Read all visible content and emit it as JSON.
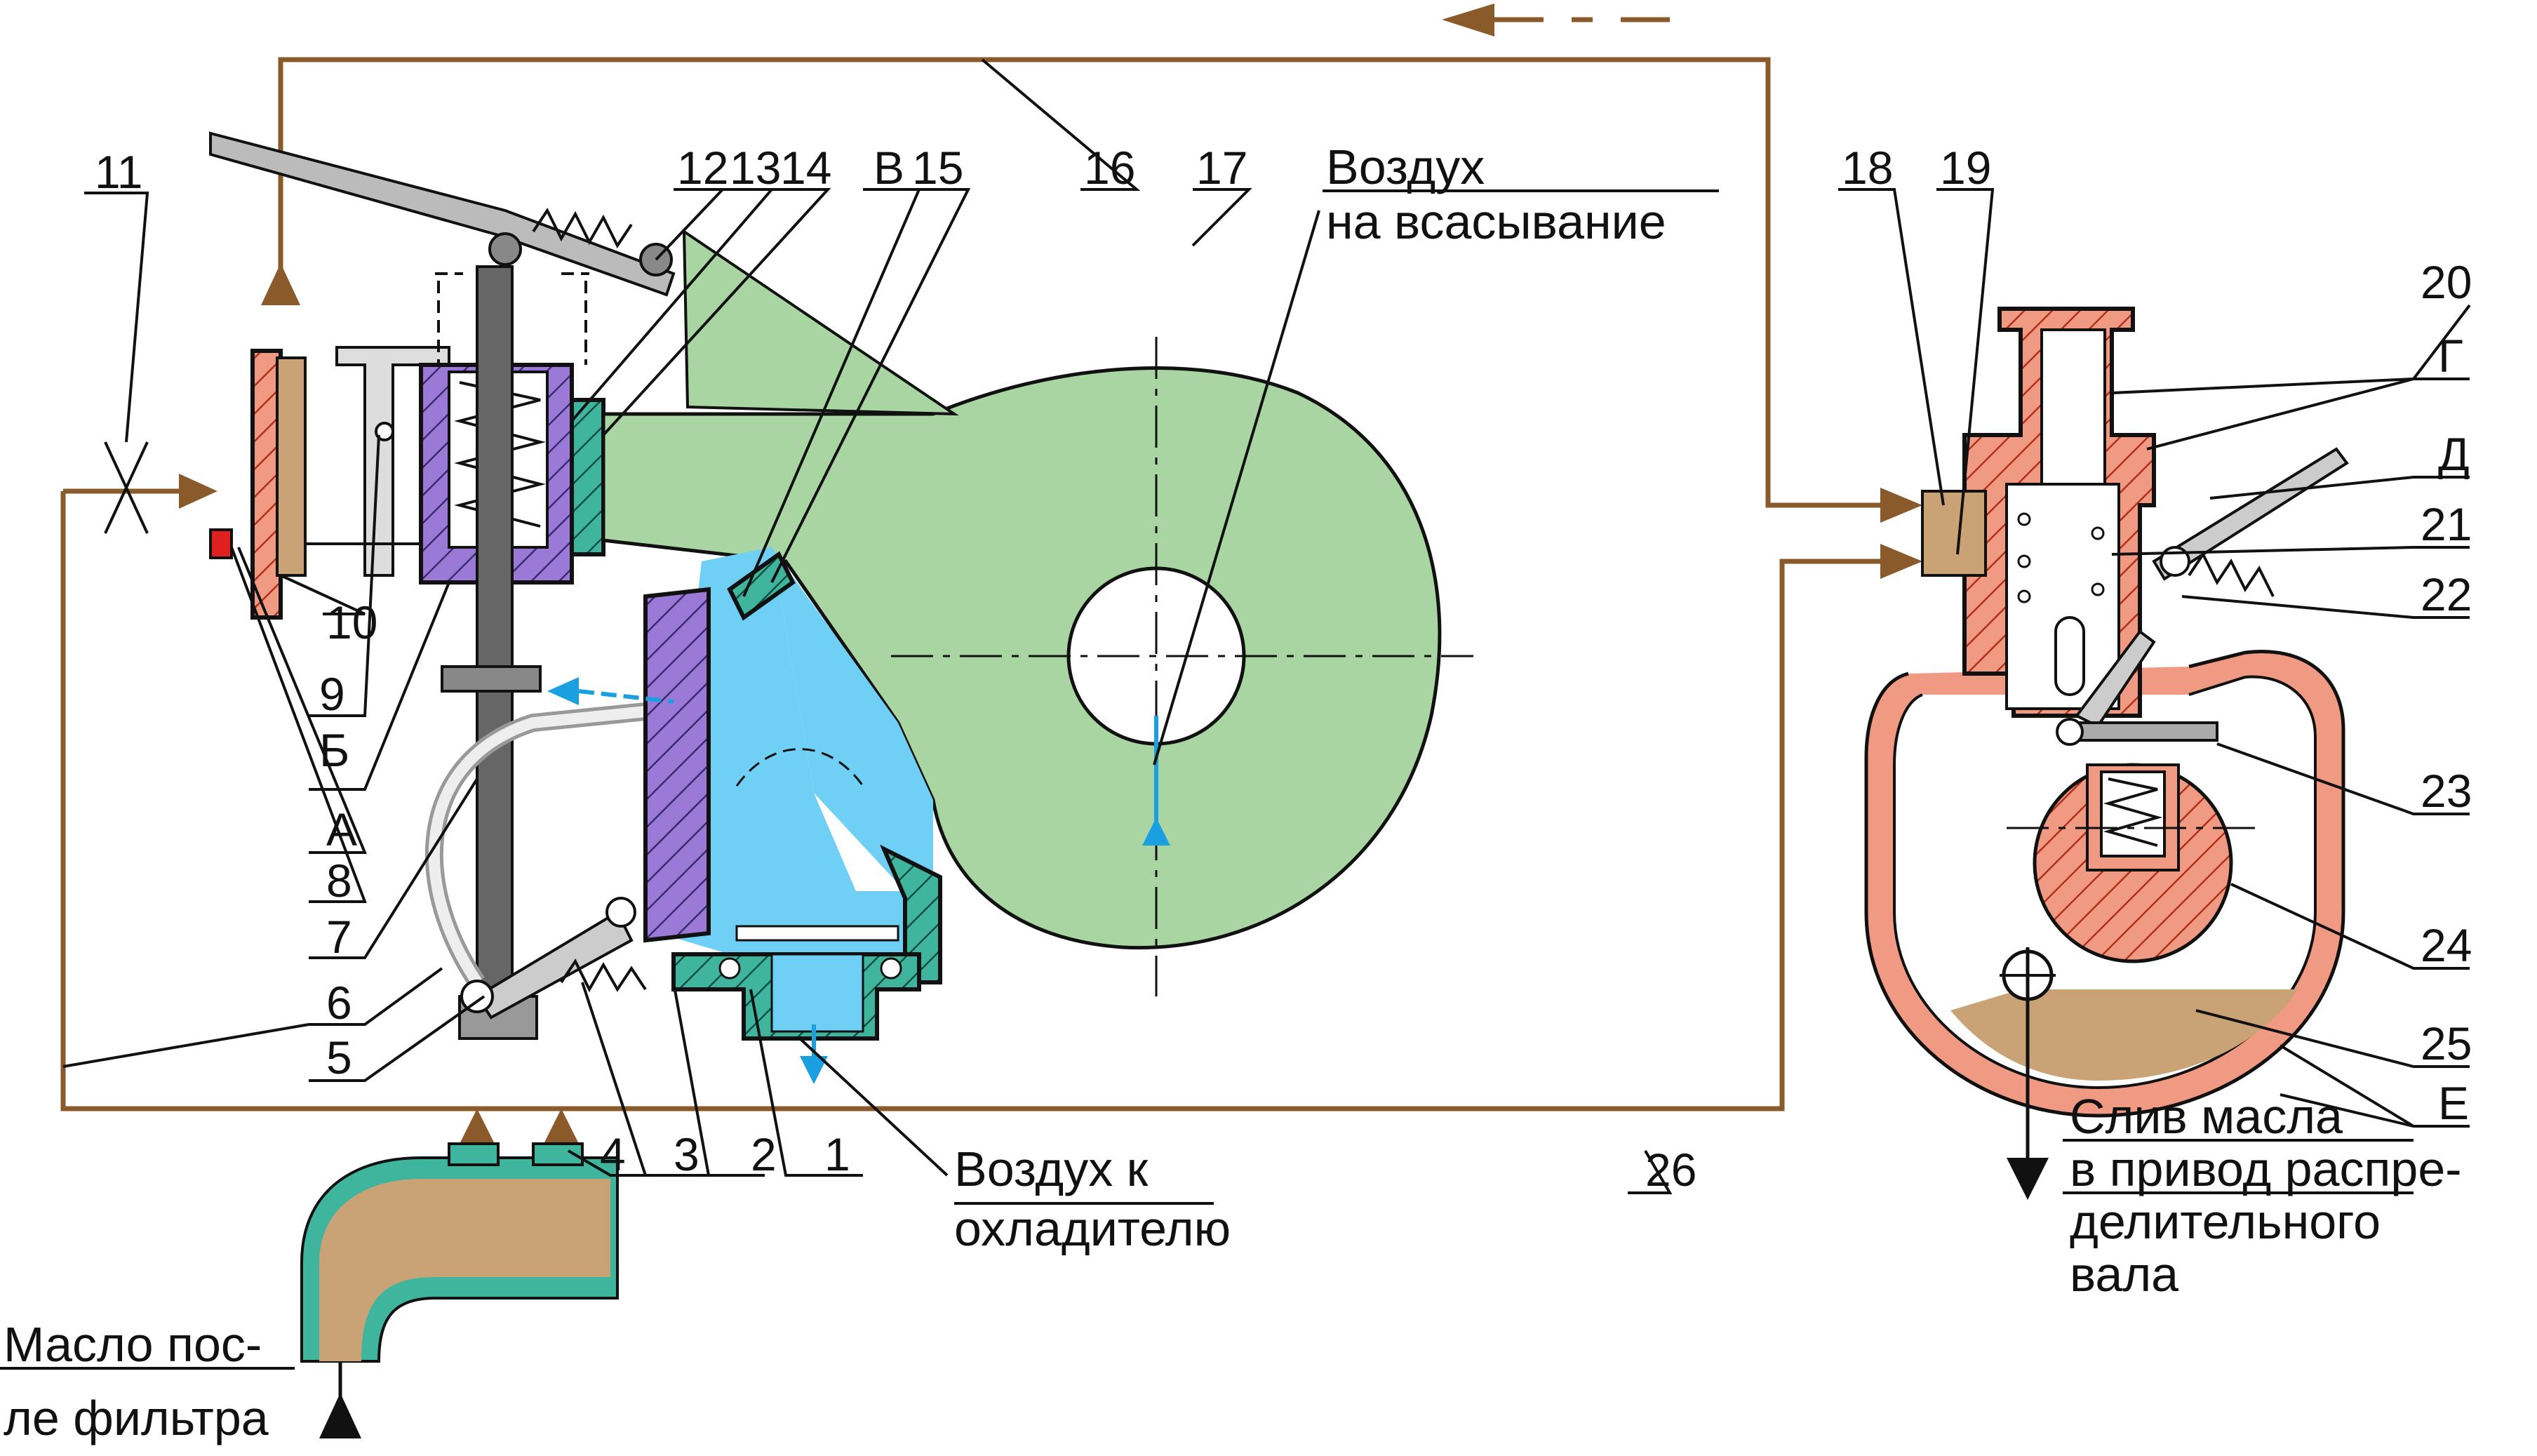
{
  "colors": {
    "oil_line": "#8a5a2b",
    "oil_fill": "#c9a275",
    "housing_green": "#a8d5a2",
    "air_blue": "#6fcff5",
    "red_body": "#f09a84",
    "purple_part": "#9a7ad6",
    "teal_part": "#3fb59e"
  },
  "labels": {
    "n1": "1",
    "n2": "2",
    "n3": "3",
    "n4": "4",
    "n5": "5",
    "n6": "6",
    "n7": "7",
    "n8": "8",
    "n9": "9",
    "n10": "10",
    "n11": "11",
    "n12": "12",
    "n13": "13",
    "n14": "14",
    "n15": "15",
    "n16": "16",
    "n17": "17",
    "n18": "18",
    "n19": "19",
    "n20": "20",
    "n21": "21",
    "n22": "22",
    "n23": "23",
    "n24": "24",
    "n25": "25",
    "n26": "26",
    "A": "А",
    "B": "Б",
    "V": "В",
    "G": "Г",
    "D": "Д",
    "E": "Е"
  },
  "captions": {
    "air_intake_1": "Воздух",
    "air_intake_2": "на всасывание",
    "air_cooler_1": "Воздух  к",
    "air_cooler_2": "охладителю",
    "oil_in_1": "Масло пос-",
    "oil_in_2": "ле фильтра",
    "oil_drain_1": "Слив масла",
    "oil_drain_2": "в привод распре-",
    "oil_drain_3": "делительного",
    "oil_drain_4": "вала"
  }
}
